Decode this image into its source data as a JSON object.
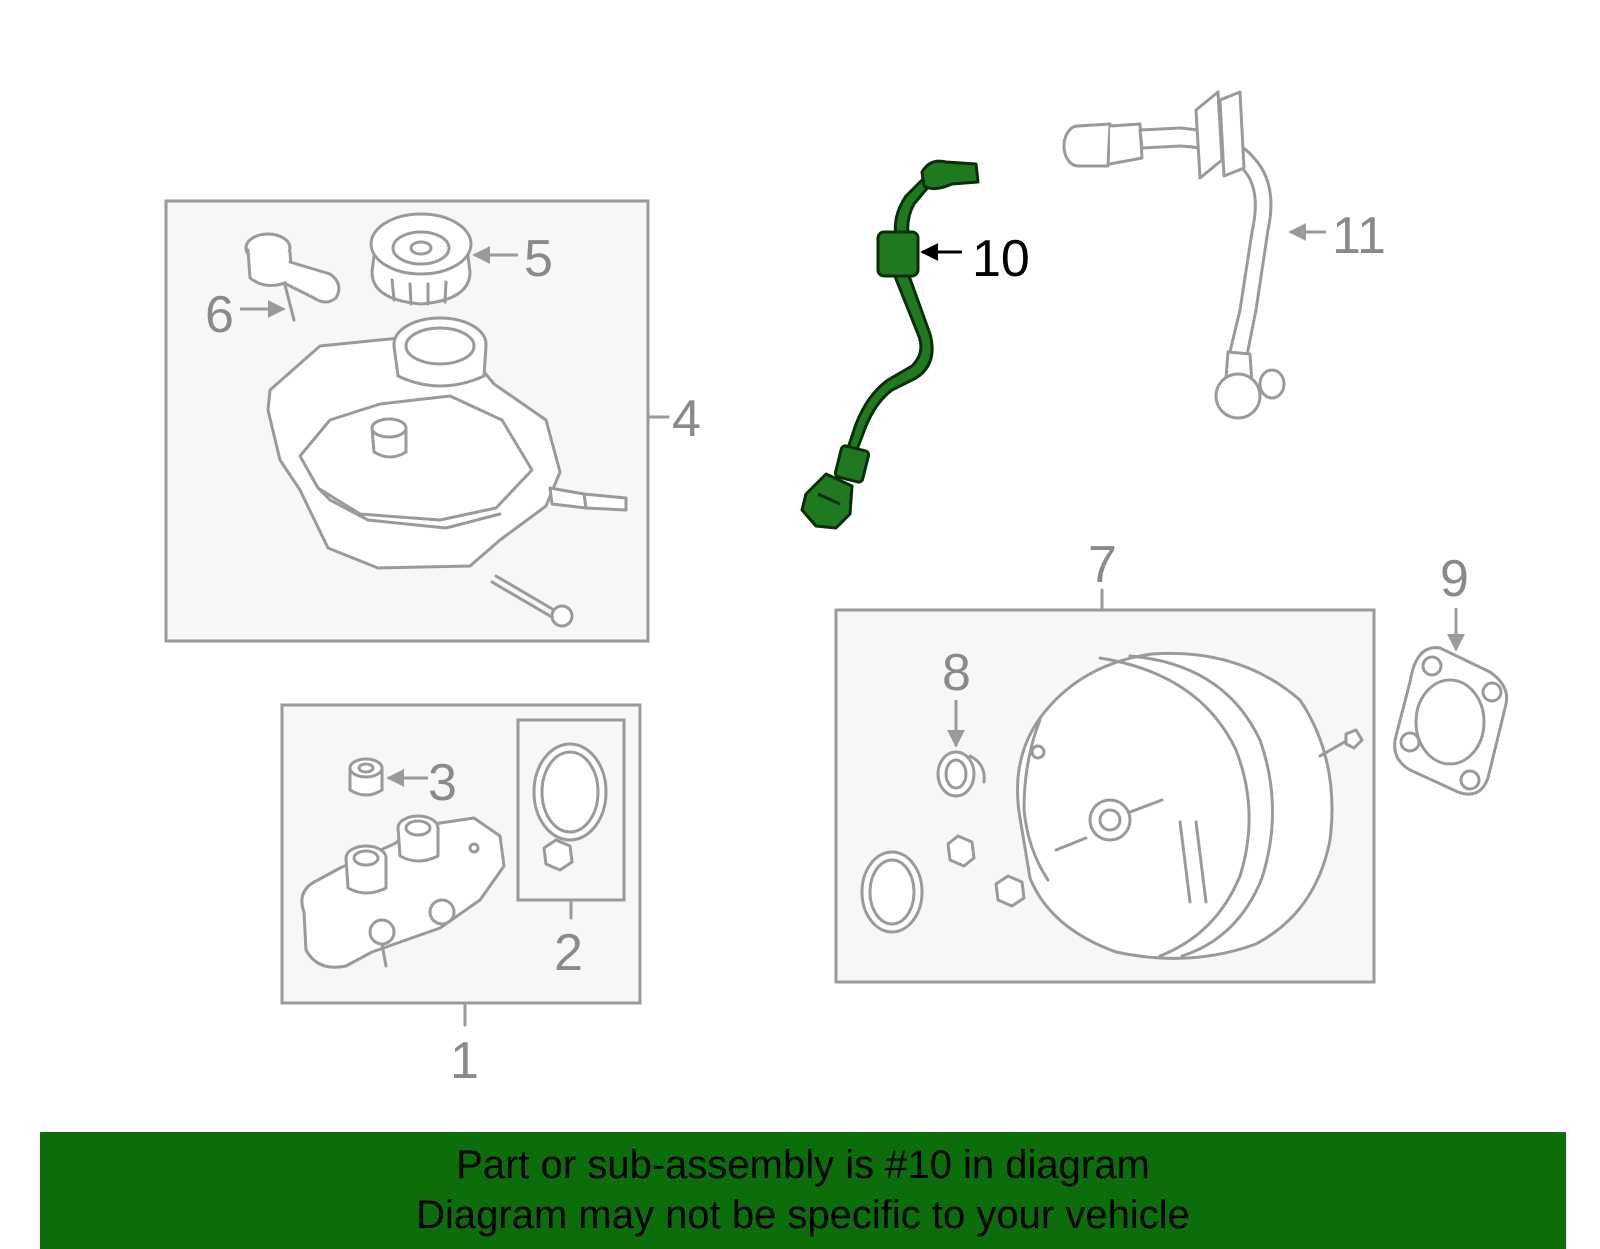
{
  "callouts": {
    "c1": "1",
    "c2": "2",
    "c3": "3",
    "c4": "4",
    "c5": "5",
    "c6": "6",
    "c7": "7",
    "c8": "8",
    "c9": "9",
    "c10": "10",
    "c11": "11"
  },
  "highlight": {
    "part_number": "10",
    "color": "#1f7a1f"
  },
  "banner": {
    "line1": "Part or sub-assembly is #10 in diagram",
    "line2": "Diagram may not be specific to your vehicle",
    "background": "#0b6e0b"
  }
}
